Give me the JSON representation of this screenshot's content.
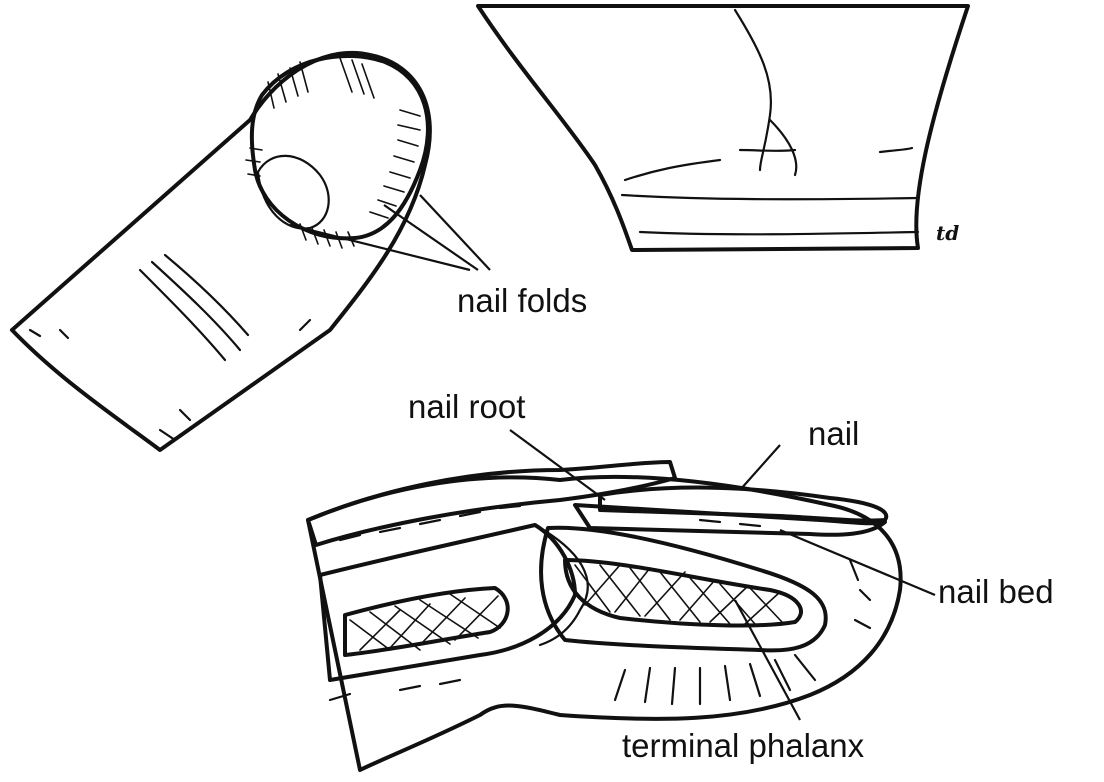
{
  "labels": {
    "nail_folds": "nail folds",
    "nail_root": "nail root",
    "nail": "nail",
    "nail_bed": "nail bed",
    "terminal_phalanx": "terminal phalanx"
  },
  "signature": "td",
  "colors": {
    "skin": "#f4d1b0",
    "nail_pink": "#efb8b3",
    "fat_yellow": "#f7f1a6",
    "bone_gray": "#d6d2cc",
    "outline": "#111111",
    "background": "#ffffff"
  }
}
